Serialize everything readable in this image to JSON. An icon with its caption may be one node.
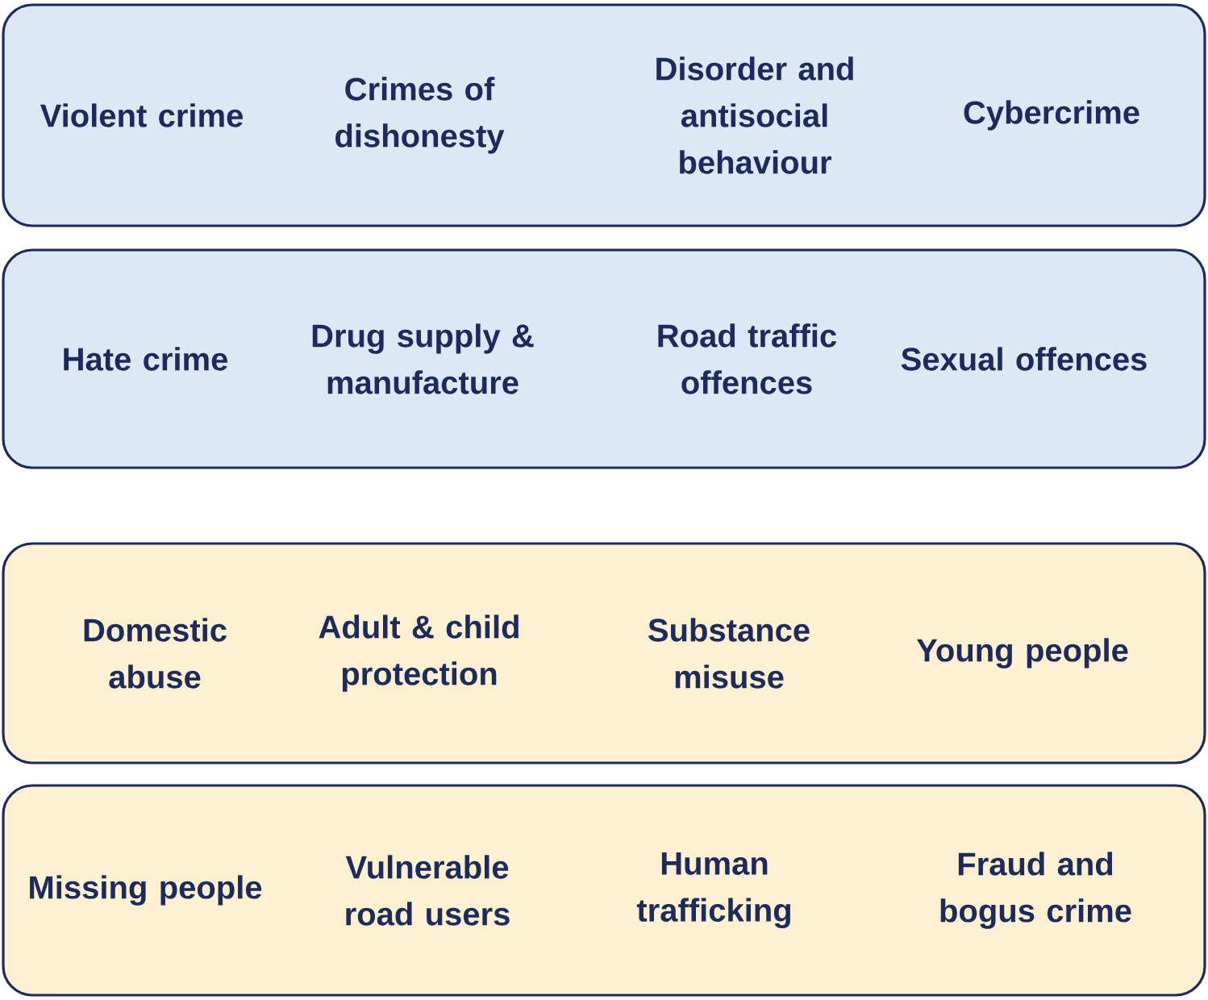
{
  "diagram": {
    "nodes": [
      {
        "text": [
          "Violent crime",
          "Crimes of dishonesty",
          "Disorder and antisocial behaviour",
          "Cybercrime"
        ]
      },
      {
        "text": [
          "Hate crime",
          "Drug supply & manufacture",
          "Road traffic offences",
          "Sexual offences"
        ]
      },
      {
        "text": [
          "Domestic abuse",
          "Adult & child protection",
          "Substance misuse",
          "Young people"
        ]
      },
      {
        "text": [
          "Missing people",
          "Vulnerable road users",
          "Human trafficking",
          "Fraud and bogus crime"
        ]
      }
    ]
  }
}
